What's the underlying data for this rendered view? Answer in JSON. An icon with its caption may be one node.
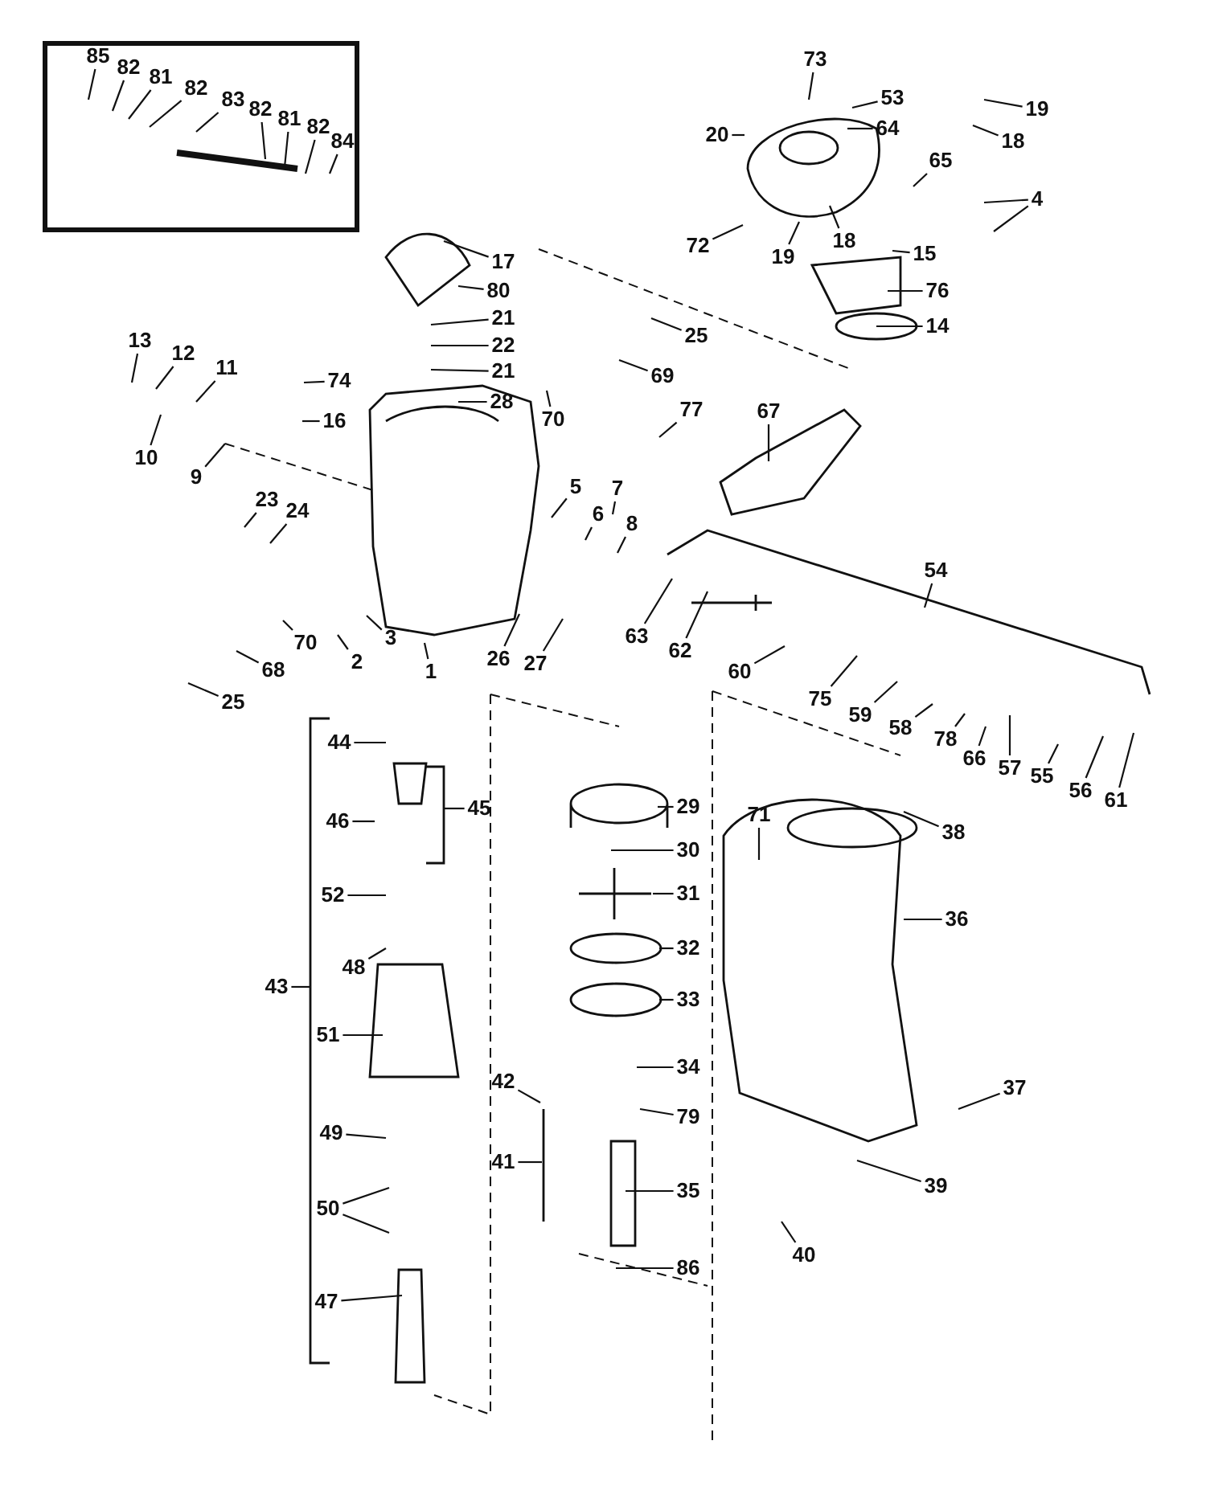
{
  "diagram": {
    "nodes": [
      {
        "text": [
          "85"
        ]
      },
      {
        "text": [
          "82"
        ]
      },
      {
        "text": [
          "81"
        ]
      },
      {
        "text": [
          "82"
        ]
      },
      {
        "text": [
          "83"
        ]
      },
      {
        "text": [
          "82"
        ]
      },
      {
        "text": [
          "81"
        ]
      },
      {
        "text": [
          "82"
        ]
      },
      {
        "text": [
          "84"
        ]
      },
      {
        "text": [
          "73"
        ]
      },
      {
        "text": [
          "53"
        ]
      },
      {
        "text": [
          "64"
        ]
      },
      {
        "text": [
          "20"
        ]
      },
      {
        "text": [
          "19"
        ]
      },
      {
        "text": [
          "18"
        ]
      },
      {
        "text": [
          "4"
        ]
      },
      {
        "text": [
          "65"
        ]
      },
      {
        "text": [
          "72"
        ]
      },
      {
        "text": [
          "19"
        ]
      },
      {
        "text": [
          "18"
        ]
      },
      {
        "text": [
          "15"
        ]
      },
      {
        "text": [
          "76"
        ]
      },
      {
        "text": [
          "14"
        ]
      },
      {
        "text": [
          "17"
        ]
      },
      {
        "text": [
          "80"
        ]
      },
      {
        "text": [
          "21"
        ]
      },
      {
        "text": [
          "22"
        ]
      },
      {
        "text": [
          "21"
        ]
      },
      {
        "text": [
          "28"
        ]
      },
      {
        "text": [
          "74"
        ]
      },
      {
        "text": [
          "16"
        ]
      },
      {
        "text": [
          "13"
        ]
      },
      {
        "text": [
          "12"
        ]
      },
      {
        "text": [
          "11"
        ]
      },
      {
        "text": [
          "10"
        ]
      },
      {
        "text": [
          "9"
        ]
      },
      {
        "text": [
          "25"
        ]
      },
      {
        "text": [
          "69"
        ]
      },
      {
        "text": [
          "70"
        ]
      },
      {
        "text": [
          "77"
        ]
      },
      {
        "text": [
          "67"
        ]
      },
      {
        "text": [
          "5"
        ]
      },
      {
        "text": [
          "6"
        ]
      },
      {
        "text": [
          "7"
        ]
      },
      {
        "text": [
          "8"
        ]
      },
      {
        "text": [
          "23"
        ]
      },
      {
        "text": [
          "24"
        ]
      },
      {
        "text": [
          "26"
        ]
      },
      {
        "text": [
          "27"
        ]
      },
      {
        "text": [
          "1"
        ]
      },
      {
        "text": [
          "2"
        ]
      },
      {
        "text": [
          "3"
        ]
      },
      {
        "text": [
          "70"
        ]
      },
      {
        "text": [
          "68"
        ]
      },
      {
        "text": [
          "25"
        ]
      },
      {
        "text": [
          "54"
        ]
      },
      {
        "text": [
          "63"
        ]
      },
      {
        "text": [
          "62"
        ]
      },
      {
        "text": [
          "60"
        ]
      },
      {
        "text": [
          "75"
        ]
      },
      {
        "text": [
          "59"
        ]
      },
      {
        "text": [
          "58"
        ]
      },
      {
        "text": [
          "78"
        ]
      },
      {
        "text": [
          "66"
        ]
      },
      {
        "text": [
          "57"
        ]
      },
      {
        "text": [
          "55"
        ]
      },
      {
        "text": [
          "56"
        ]
      },
      {
        "text": [
          "61"
        ]
      },
      {
        "text": [
          "44"
        ]
      },
      {
        "text": [
          "45"
        ]
      },
      {
        "text": [
          "46"
        ]
      },
      {
        "text": [
          "52"
        ]
      },
      {
        "text": [
          "48"
        ]
      },
      {
        "text": [
          "51"
        ]
      },
      {
        "text": [
          "43"
        ]
      },
      {
        "text": [
          "49"
        ]
      },
      {
        "text": [
          "50"
        ]
      },
      {
        "text": [
          "47"
        ]
      },
      {
        "text": [
          "29"
        ]
      },
      {
        "text": [
          "30"
        ]
      },
      {
        "text": [
          "31"
        ]
      },
      {
        "text": [
          "32"
        ]
      },
      {
        "text": [
          "33"
        ]
      },
      {
        "text": [
          "34"
        ]
      },
      {
        "text": [
          "79"
        ]
      },
      {
        "text": [
          "35"
        ]
      },
      {
        "text": [
          "86"
        ]
      },
      {
        "text": [
          "42"
        ]
      },
      {
        "text": [
          "41"
        ]
      },
      {
        "text": [
          "71"
        ]
      },
      {
        "text": [
          "38"
        ]
      },
      {
        "text": [
          "36"
        ]
      },
      {
        "text": [
          "37"
        ]
      },
      {
        "text": [
          "39"
        ]
      },
      {
        "text": [
          "40"
        ]
      }
    ],
    "edges": [
      {
        "from": 0,
        "to": null,
        "arrow": "none"
      },
      {
        "from": 1,
        "to": null,
        "arrow": "none"
      },
      {
        "from": 2,
        "to": null,
        "arrow": "none"
      },
      {
        "from": 3,
        "to": null,
        "arrow": "none"
      },
      {
        "from": 4,
        "to": null,
        "arrow": "none"
      },
      {
        "from": 5,
        "to": null,
        "arrow": "none"
      },
      {
        "from": 6,
        "to": null,
        "arrow": "none"
      },
      {
        "from": 7,
        "to": null,
        "arrow": "none"
      },
      {
        "from": 8,
        "to": null,
        "arrow": "none"
      },
      {
        "from": 9,
        "to": null,
        "arrow": "none"
      },
      {
        "from": 10,
        "to": null,
        "arrow": "none"
      },
      {
        "from": 11,
        "to": null,
        "arrow": "none"
      },
      {
        "from": 12,
        "to": null,
        "arrow": "none"
      },
      {
        "from": 13,
        "to": null,
        "arrow": "none"
      },
      {
        "from": 14,
        "to": null,
        "arrow": "none"
      },
      {
        "from": 15,
        "to": null,
        "arrow": "none"
      },
      {
        "from": 15,
        "to": null,
        "arrow": "none"
      },
      {
        "from": 16,
        "to": null,
        "arrow": "none"
      },
      {
        "from": 17,
        "to": null,
        "arrow": "none"
      },
      {
        "from": 18,
        "to": null,
        "arrow": "none"
      },
      {
        "from": 19,
        "to": null,
        "arrow": "none"
      },
      {
        "from": 20,
        "to": null,
        "arrow": "none"
      },
      {
        "from": 21,
        "to": null,
        "arrow": "none"
      },
      {
        "from": 22,
        "to": null,
        "arrow": "none"
      },
      {
        "from": 23,
        "to": null,
        "arrow": "none"
      },
      {
        "from": 24,
        "to": null,
        "arrow": "none"
      },
      {
        "from": 25,
        "to": null,
        "arrow": "none"
      },
      {
        "from": 26,
        "to": null,
        "arrow": "none"
      },
      {
        "from": 27,
        "to": null,
        "arrow": "none"
      },
      {
        "from": 28,
        "to": null,
        "arrow": "none"
      },
      {
        "from": 29,
        "to": null,
        "arrow": "none"
      },
      {
        "from": 30,
        "to": null,
        "arrow": "none"
      },
      {
        "from": 31,
        "to": null,
        "arrow": "none"
      },
      {
        "from": 32,
        "to": null,
        "arrow": "none"
      },
      {
        "from": 33,
        "to": null,
        "arrow": "none"
      },
      {
        "from": 34,
        "to": null,
        "arrow": "none"
      },
      {
        "from": 35,
        "to": null,
        "arrow": "none"
      },
      {
        "from": 36,
        "to": null,
        "arrow": "none"
      },
      {
        "from": 37,
        "to": null,
        "arrow": "none"
      },
      {
        "from": 38,
        "to": null,
        "arrow": "none"
      },
      {
        "from": 39,
        "to": null,
        "arrow": "none"
      },
      {
        "from": 40,
        "to": null,
        "arrow": "none"
      },
      {
        "from": 41,
        "to": null,
        "arrow": "none"
      },
      {
        "from": 42,
        "to": null,
        "arrow": "none"
      },
      {
        "from": 43,
        "to": null,
        "arrow": "none"
      },
      {
        "from": 44,
        "to": null,
        "arrow": "none"
      },
      {
        "from": 45,
        "to": null,
        "arrow": "none"
      },
      {
        "from": 46,
        "to": null,
        "arrow": "none"
      },
      {
        "from": 47,
        "to": null,
        "arrow": "none"
      },
      {
        "from": 48,
        "to": null,
        "arrow": "none"
      },
      {
        "from": 49,
        "to": null,
        "arrow": "none"
      },
      {
        "from": 50,
        "to": null,
        "arrow": "none"
      },
      {
        "from": 51,
        "to": null,
        "arrow": "none"
      },
      {
        "from": 52,
        "to": null,
        "arrow": "none"
      },
      {
        "from": 53,
        "to": null,
        "arrow": "none"
      },
      {
        "from": 54,
        "to": null,
        "arrow": "none"
      },
      {
        "from": 55,
        "to": null,
        "arrow": "none"
      },
      {
        "from": 56,
        "to": null,
        "arrow": "none"
      },
      {
        "from": 57,
        "to": null,
        "arrow": "none"
      },
      {
        "from": 58,
        "to": null,
        "arrow": "none"
      },
      {
        "from": 59,
        "to": null,
        "arrow": "none"
      },
      {
        "from": 60,
        "to": null,
        "arrow": "none"
      },
      {
        "from": 61,
        "to": null,
        "arrow": "none"
      },
      {
        "from": 62,
        "to": null,
        "arrow": "none"
      },
      {
        "from": 63,
        "to": null,
        "arrow": "none"
      },
      {
        "from": 64,
        "to": null,
        "arrow": "none"
      },
      {
        "from": 65,
        "to": null,
        "arrow": "none"
      },
      {
        "from": 66,
        "to": null,
        "arrow": "none"
      },
      {
        "from": 67,
        "to": null,
        "arrow": "none"
      },
      {
        "from": 68,
        "to": null,
        "arrow": "none"
      },
      {
        "from": 69,
        "to": null,
        "arrow": "none"
      },
      {
        "from": 70,
        "to": null,
        "arrow": "none"
      },
      {
        "from": 71,
        "to": null,
        "arrow": "none"
      },
      {
        "from": 72,
        "to": null,
        "arrow": "none"
      },
      {
        "from": 73,
        "to": null,
        "arrow": "none"
      },
      {
        "from": 74,
        "to": null,
        "arrow": "none"
      },
      {
        "from": 75,
        "to": null,
        "arrow": "none"
      },
      {
        "from": 76,
        "to": null,
        "arrow": "none"
      },
      {
        "from": 76,
        "to": null,
        "arrow": "none"
      },
      {
        "from": 77,
        "to": null,
        "arrow": "none"
      },
      {
        "from": 78,
        "to": null,
        "arrow": "none"
      },
      {
        "from": 79,
        "to": null,
        "arrow": "none"
      },
      {
        "from": 80,
        "to": null,
        "arrow": "none"
      },
      {
        "from": 81,
        "to": null,
        "arrow": "none"
      },
      {
        "from": 82,
        "to": null,
        "arrow": "none"
      },
      {
        "from": 83,
        "to": null,
        "arrow": "none"
      },
      {
        "from": 84,
        "to": null,
        "arrow": "none"
      },
      {
        "from": 85,
        "to": null,
        "arrow": "none"
      },
      {
        "from": 86,
        "to": null,
        "arrow": "none"
      },
      {
        "from": 87,
        "to": null,
        "arrow": "none"
      },
      {
        "from": 88,
        "to": null,
        "arrow": "none"
      },
      {
        "from": 89,
        "to": null,
        "arrow": "none"
      },
      {
        "from": 90,
        "to": null,
        "arrow": "none"
      },
      {
        "from": 91,
        "to": null,
        "arrow": "none"
      },
      {
        "from": 92,
        "to": null,
        "arrow": "none"
      },
      {
        "from": 93,
        "to": null,
        "arrow": "none"
      },
      {
        "from": 94,
        "to": null,
        "arrow": "none"
      }
    ]
  }
}
